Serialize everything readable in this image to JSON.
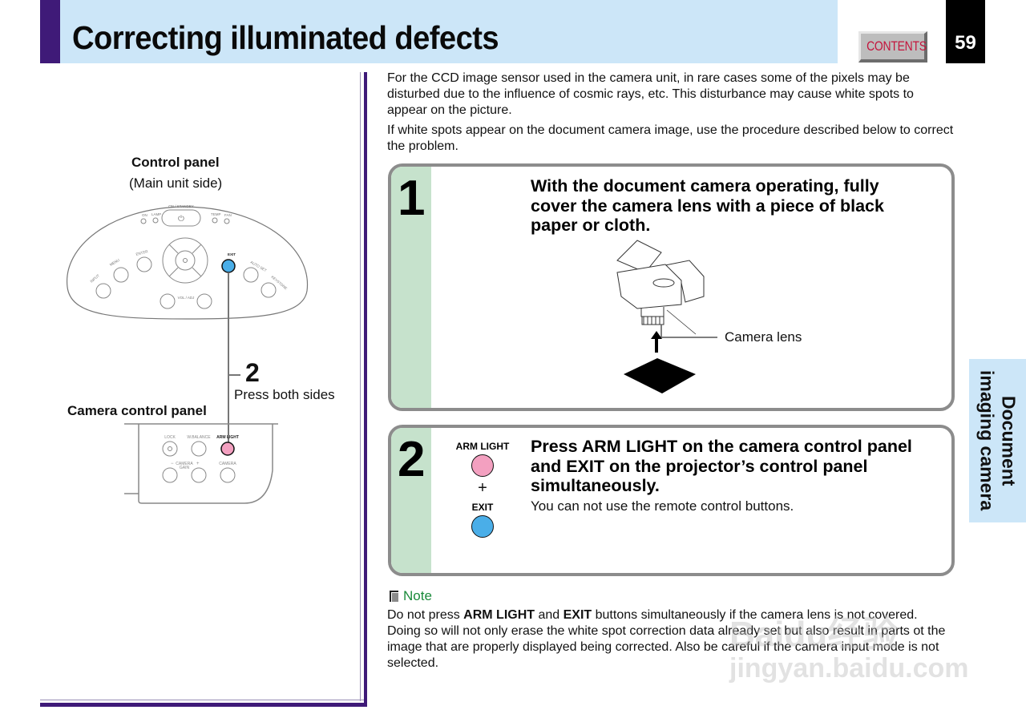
{
  "header": {
    "title": "Correcting illuminated defects",
    "contents_label": "CONTENTS",
    "page_number": "59",
    "accent_color": "#3f1a78",
    "band_color": "#cce6f8"
  },
  "side_tab": {
    "line1": "Document",
    "line2": "imaging camera"
  },
  "left_panel": {
    "control_panel_label": "Control panel",
    "control_panel_sub": "(Main unit side)",
    "projector_buttons": {
      "on_standby": "ON / STANDBY",
      "on": "ON",
      "lamp": "LAMP",
      "temp": "TEMP",
      "fan": "FAN",
      "input": "INPUT",
      "menu": "MENU",
      "enter": "ENTER",
      "exit": "EXIT",
      "auto_set": "AUTO SET",
      "keystone": "KEYSTONE",
      "vol_adj": "VOL / ADJ"
    },
    "callout_number": "2",
    "callout_text": "Press both sides",
    "camera_panel_label": "Camera control panel",
    "camera_buttons": {
      "lock": "LOCK",
      "w_balance": "W.BALANCE",
      "arm_light": "ARM LIGHT",
      "minus": "−",
      "camera_gain": "CAMERA",
      "gain": "GAIN",
      "plus": "+",
      "camera": "CAMERA"
    }
  },
  "intro": {
    "paragraph1": "For the CCD image sensor used in the camera unit, in rare cases some of the pixels may be disturbed due to the influence of cosmic rays, etc. This disturbance may cause white spots to appear on the picture.",
    "paragraph2": "If white spots appear on the document camera image, use the procedure described below to correct the problem."
  },
  "steps": [
    {
      "number": "1",
      "heading": "With the document camera operating, fully cover the camera lens with a piece of black paper or cloth.",
      "illustration_label": "Camera lens"
    },
    {
      "number": "2",
      "heading": "Press ARM LIGHT on the camera control panel and EXIT on the projector’s control panel simultaneously.",
      "sub": "You can not use the remote control buttons.",
      "button1_label": "ARM LIGHT",
      "plus": "+",
      "button2_label": "EXIT",
      "button1_color": "#f3a0c0",
      "button2_color": "#4aaee8"
    }
  ],
  "note": {
    "title": "Note",
    "text_pre": "Do not press ",
    "bold1": "ARM LIGHT",
    "text_mid": " and ",
    "bold2": "EXIT",
    "text_post": " buttons simultaneously if the camera lens is not covered. Doing so will not only erase the white spot correction data already set but also result in parts ot the image that are properly displayed being corrected. Also be careful if the camera input mode is not selected."
  },
  "watermark": {
    "line1": "Baidu经验",
    "line2": "jingyan.baidu.com"
  }
}
